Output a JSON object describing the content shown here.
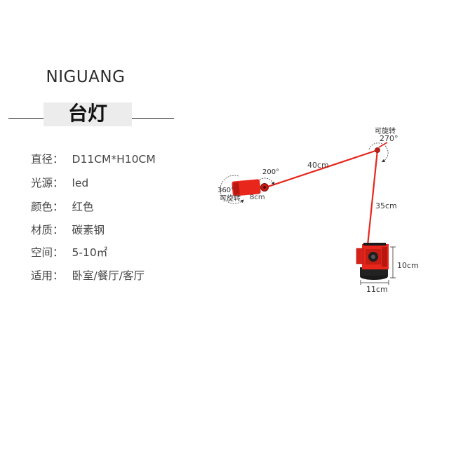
{
  "brand": "NIGUANG",
  "title": "台灯",
  "specs": [
    {
      "label": "直径",
      "value": "D11CM*H10CM"
    },
    {
      "label": "光源",
      "value": "led"
    },
    {
      "label": "颜色",
      "value": "红色"
    },
    {
      "label": "材质",
      "value": "碳素钢"
    },
    {
      "label": "空间",
      "value": "5-10㎡"
    },
    {
      "label": "适用",
      "value": "卧室/餐厅/客厅"
    }
  ],
  "separator": "：",
  "diagram": {
    "rotate_top_text": "可旋转",
    "rotate_top_angle": "270°",
    "upper_arm_length": "40cm",
    "head_angle": "200°",
    "head_rotate_angle": "360°",
    "head_rotate_text": "可旋转",
    "head_length": "8cm",
    "lower_arm_length": "35cm",
    "base_height": "10cm",
    "base_width": "11cm"
  },
  "colors": {
    "lamp_red": "#e8261c",
    "lamp_dark_red": "#a8160f",
    "base_black": "#1a1a1a"
  }
}
